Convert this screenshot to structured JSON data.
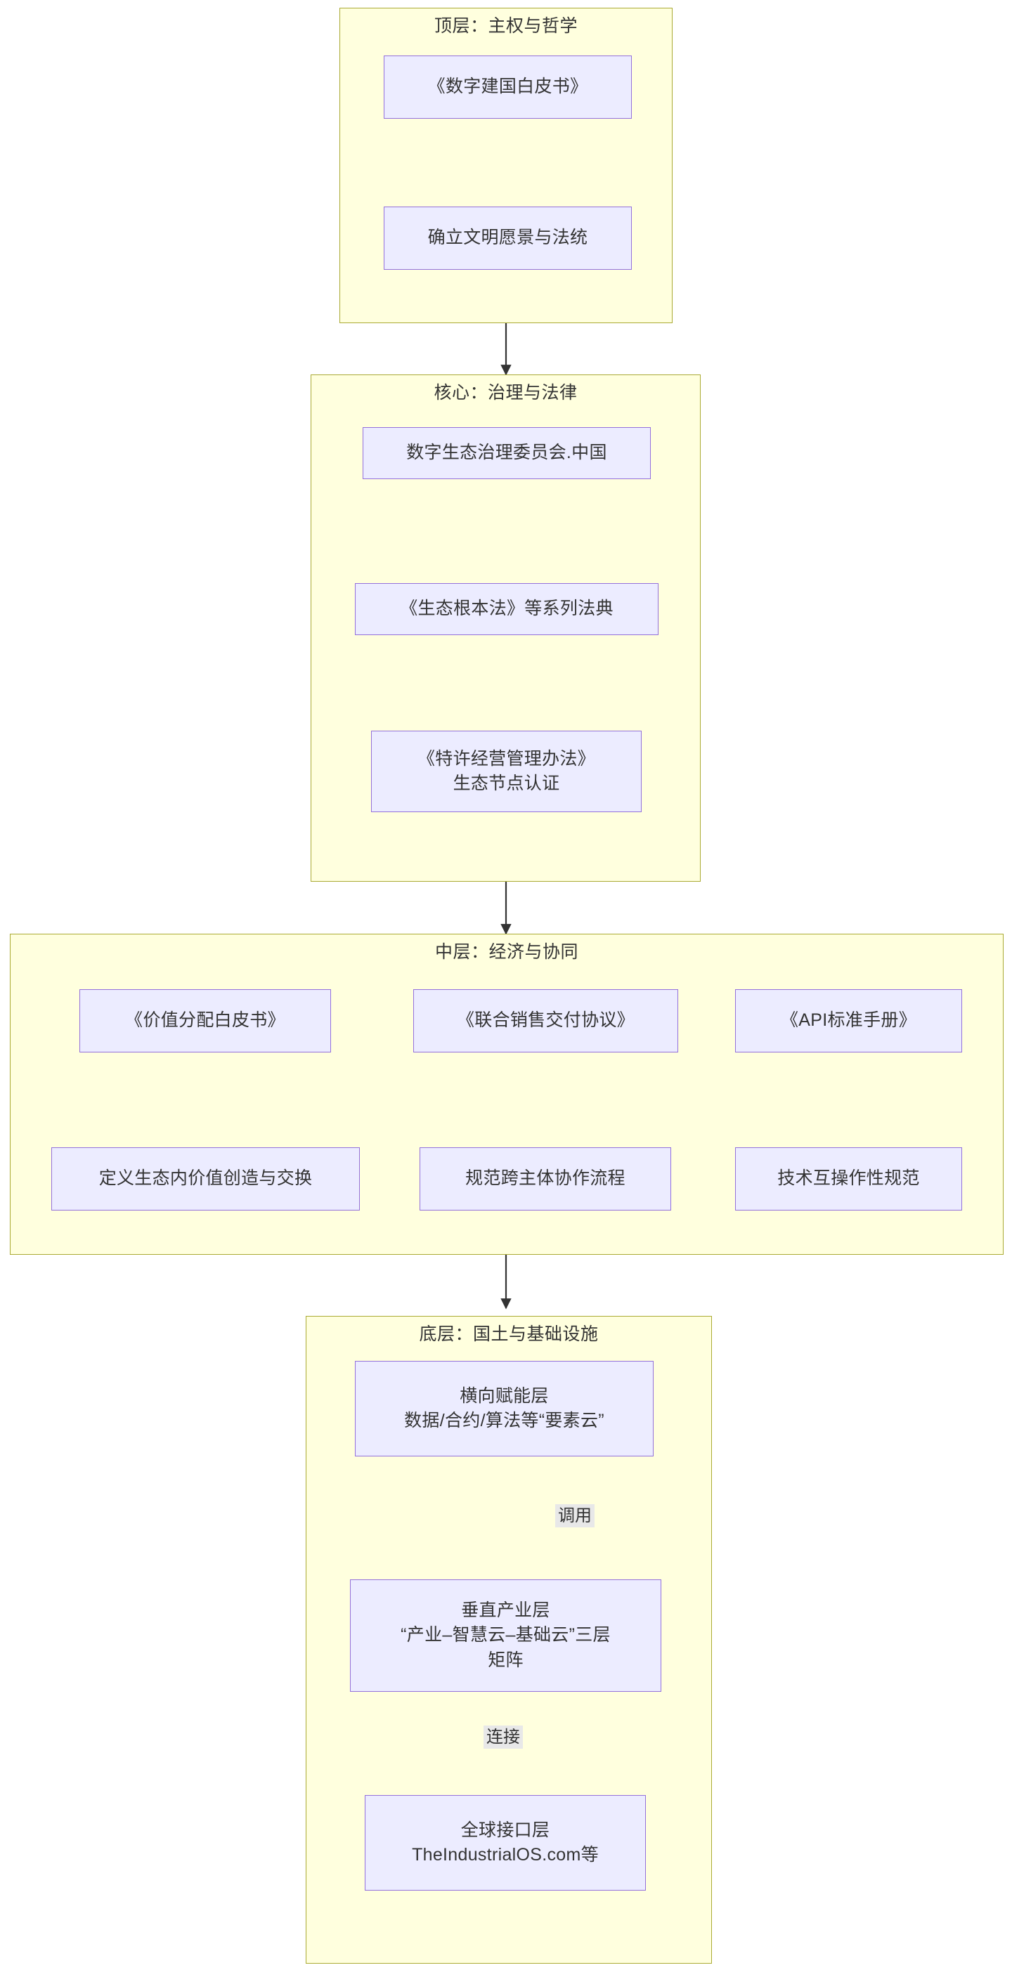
{
  "diagram": {
    "type": "flowchart",
    "direction": "top-down",
    "theme": {
      "canvas_background": "#ffffff",
      "cluster_fill": "#ffffde",
      "cluster_stroke": "#aaaa33",
      "node_fill": "#ececff",
      "node_stroke": "#9370db",
      "edge_stroke": "#333333",
      "text_color": "#333333",
      "edge_label_background": "#e8e8e8"
    },
    "clusters": [
      {
        "id": "top",
        "title": "顶层：主权与哲学",
        "nodes": [
          "doc_white_paper",
          "effect_vision"
        ]
      },
      {
        "id": "core",
        "title": "核心：治理与法律",
        "nodes": [
          "org_committee",
          "law_codes",
          "franchise_rules"
        ]
      },
      {
        "id": "middle",
        "title": "中层：经济与协同",
        "nodes": [
          "doc_value",
          "effect_value",
          "doc_sales",
          "effect_sales",
          "doc_api",
          "effect_api"
        ]
      },
      {
        "id": "bottom",
        "title": "底层：国土与基础设施",
        "nodes": [
          "horizontal_layer",
          "vertical_layer",
          "global_interface"
        ]
      }
    ],
    "nodes": [
      {
        "id": "doc_white_paper",
        "lines": [
          "《数字建国白皮书》"
        ]
      },
      {
        "id": "effect_vision",
        "lines": [
          "确立文明愿景与法统"
        ]
      },
      {
        "id": "org_committee",
        "lines": [
          "数字生态治理委员会.中国"
        ]
      },
      {
        "id": "law_codes",
        "lines": [
          "《生态根本法》等系列法典"
        ]
      },
      {
        "id": "franchise_rules",
        "lines": [
          "《特许经营管理办法》",
          "生态节点认证"
        ]
      },
      {
        "id": "doc_value",
        "lines": [
          "《价值分配白皮书》"
        ]
      },
      {
        "id": "effect_value",
        "lines": [
          "定义生态内价值创造与交换"
        ]
      },
      {
        "id": "doc_sales",
        "lines": [
          "《联合销售交付协议》"
        ]
      },
      {
        "id": "effect_sales",
        "lines": [
          "规范跨主体协作流程"
        ]
      },
      {
        "id": "doc_api",
        "lines": [
          "《API标准手册》"
        ]
      },
      {
        "id": "effect_api",
        "lines": [
          "技术互操作性规范"
        ]
      },
      {
        "id": "horizontal_layer",
        "lines": [
          "横向赋能层",
          "数据/合约/算法等“要素云”"
        ]
      },
      {
        "id": "vertical_layer",
        "lines": [
          "垂直产业层",
          "“产业–智慧云–基础云”三层",
          "矩阵"
        ]
      },
      {
        "id": "global_interface",
        "lines": [
          "全球接口层",
          "TheIndustrialOS.com等"
        ]
      }
    ],
    "edges": [
      {
        "from": "doc_white_paper",
        "to": "effect_vision",
        "label": ""
      },
      {
        "from": "top_cluster",
        "to": "core_cluster",
        "label": ""
      },
      {
        "from": "org_committee",
        "to": "law_codes",
        "label": ""
      },
      {
        "from": "law_codes",
        "to": "franchise_rules",
        "label": ""
      },
      {
        "from": "core_cluster",
        "to": "middle_cluster",
        "label": ""
      },
      {
        "from": "doc_value",
        "to": "effect_value",
        "label": ""
      },
      {
        "from": "doc_sales",
        "to": "effect_sales",
        "label": ""
      },
      {
        "from": "doc_api",
        "to": "effect_api",
        "label": ""
      },
      {
        "from": "middle_cluster",
        "to": "bottom_cluster",
        "label": ""
      },
      {
        "from": "horizontal_layer",
        "to": "vertical_layer",
        "label": ""
      },
      {
        "from": "vertical_layer",
        "to": "horizontal_layer",
        "label": "调用"
      },
      {
        "from": "vertical_layer",
        "to": "global_interface",
        "label": "连接"
      }
    ],
    "edge_labels": [
      {
        "id": "label_call",
        "text": "调用"
      },
      {
        "id": "label_connect",
        "text": "连接"
      }
    ]
  }
}
